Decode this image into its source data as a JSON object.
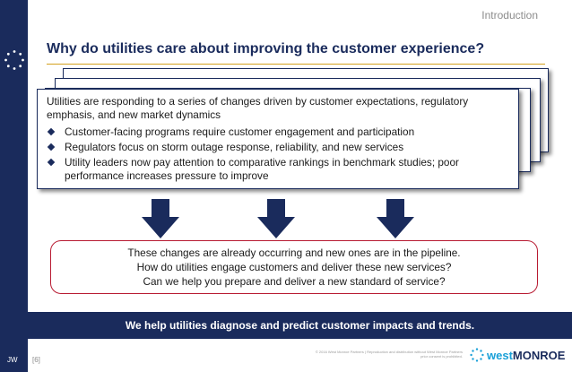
{
  "header": {
    "section_label": "Introduction",
    "title": "Why do utilities care about improving the customer experience?"
  },
  "main_box": {
    "intro": "Utilities are responding to a series of changes driven by customer expectations, regulatory emphasis, and new market dynamics",
    "bullets": [
      "Customer-facing programs require customer engagement and participation",
      "Regulators focus on storm outage response, reliability, and new services",
      "Utility leaders now pay attention to comparative rankings in benchmark studies; poor performance increases pressure to improve"
    ]
  },
  "pipeline": {
    "lines": [
      "These changes are already occurring and new ones are in  the pipeline.",
      "How do utilities engage customers and deliver these new services?",
      "Can we help you prepare and deliver a new standard of service?"
    ]
  },
  "banner": {
    "text": "We help utilities diagnose and predict customer impacts and trends."
  },
  "footer": {
    "initials": "JW",
    "page_number": "[6]",
    "copyright": "© 2016 West Monroe Partners | Reproduction and distribution without West Monroe Partners prior consent is prohibited.",
    "brand_west": "west",
    "brand_monroe": "MONROE"
  },
  "colors": {
    "navy": "#1a2b5c",
    "gold_rule": "#d4a11e",
    "red_border": "#b81b32",
    "brand_blue": "#1aa0d8"
  },
  "icons": {
    "logo": "dotted-circle-logo-icon",
    "arrows": "arrow-down-icon",
    "bullets": "diamond-bullet-icon"
  }
}
